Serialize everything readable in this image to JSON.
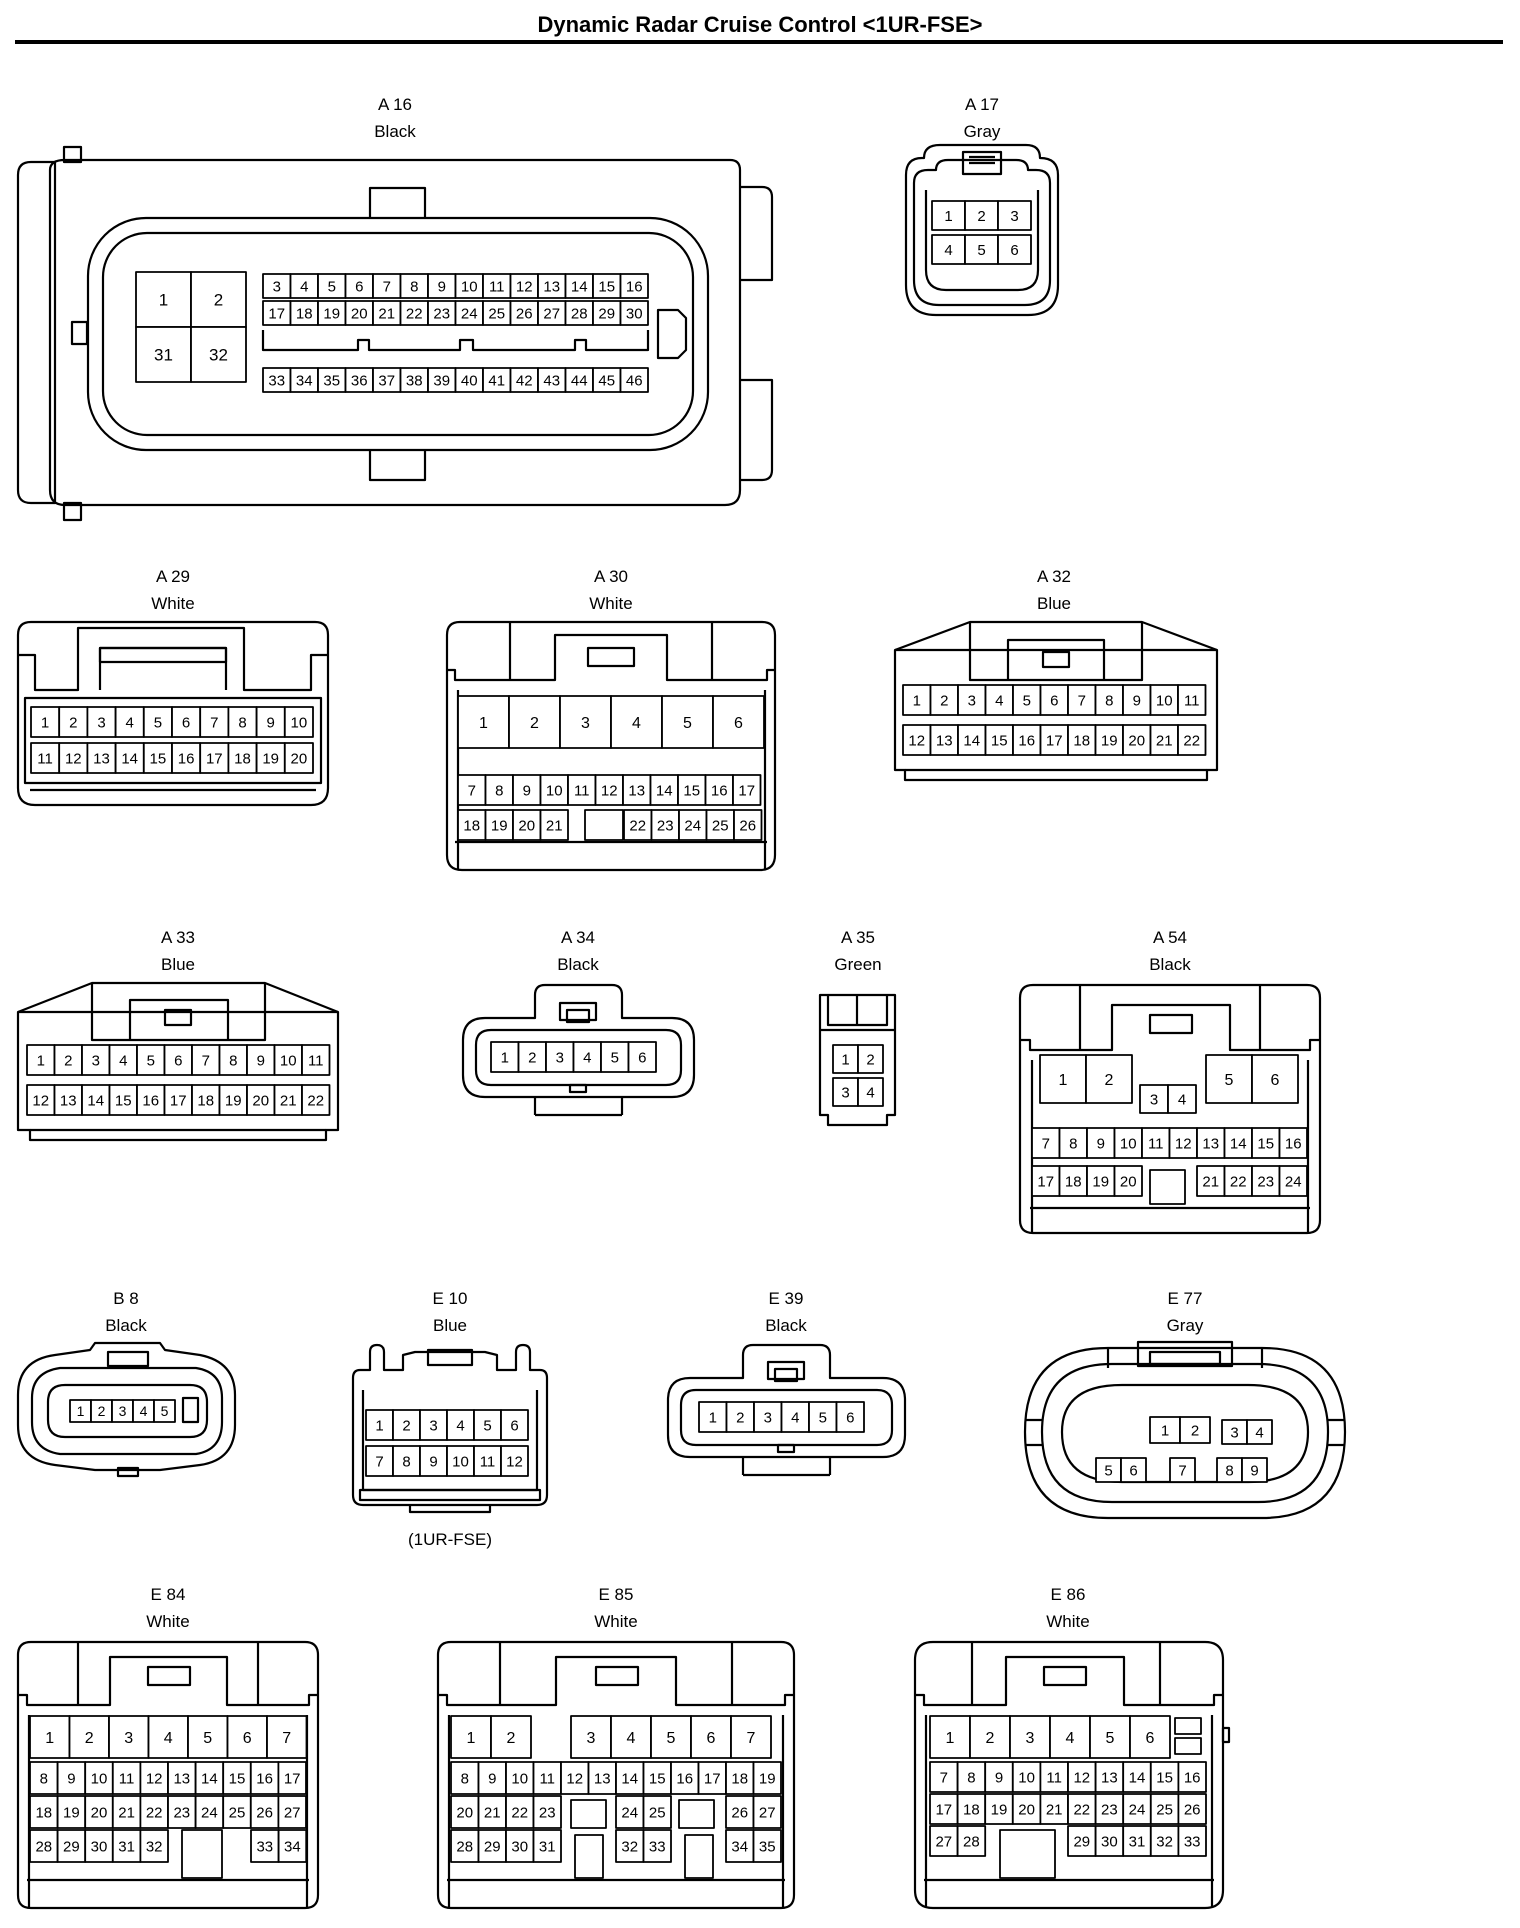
{
  "title": "Dynamic Radar Cruise Control <1UR-FSE>",
  "connectors": [
    {
      "id": "A 16",
      "color": "Black",
      "note": "",
      "pins": [
        "1",
        "2",
        "31",
        "32",
        "3",
        "4",
        "5",
        "6",
        "7",
        "8",
        "9",
        "10",
        "11",
        "12",
        "13",
        "14",
        "15",
        "16",
        "17",
        "18",
        "19",
        "20",
        "21",
        "22",
        "23",
        "24",
        "25",
        "26",
        "27",
        "28",
        "29",
        "30",
        "33",
        "34",
        "35",
        "36",
        "37",
        "38",
        "39",
        "40",
        "41",
        "42",
        "43",
        "44",
        "45",
        "46"
      ]
    },
    {
      "id": "A 17",
      "color": "Gray",
      "note": "",
      "pins": [
        "1",
        "2",
        "3",
        "4",
        "5",
        "6"
      ]
    },
    {
      "id": "A 29",
      "color": "White",
      "note": "",
      "pins": [
        "1",
        "2",
        "3",
        "4",
        "5",
        "6",
        "7",
        "8",
        "9",
        "10",
        "11",
        "12",
        "13",
        "14",
        "15",
        "16",
        "17",
        "18",
        "19",
        "20"
      ]
    },
    {
      "id": "A 30",
      "color": "White",
      "note": "",
      "pins": [
        "1",
        "2",
        "3",
        "4",
        "5",
        "6",
        "7",
        "8",
        "9",
        "10",
        "11",
        "12",
        "13",
        "14",
        "15",
        "16",
        "17",
        "18",
        "19",
        "20",
        "21",
        "22",
        "23",
        "24",
        "25",
        "26"
      ]
    },
    {
      "id": "A 32",
      "color": "Blue",
      "note": "",
      "pins": [
        "1",
        "2",
        "3",
        "4",
        "5",
        "6",
        "7",
        "8",
        "9",
        "10",
        "11",
        "12",
        "13",
        "14",
        "15",
        "16",
        "17",
        "18",
        "19",
        "20",
        "21",
        "22"
      ]
    },
    {
      "id": "A 33",
      "color": "Blue",
      "note": "",
      "pins": [
        "1",
        "2",
        "3",
        "4",
        "5",
        "6",
        "7",
        "8",
        "9",
        "10",
        "11",
        "12",
        "13",
        "14",
        "15",
        "16",
        "17",
        "18",
        "19",
        "20",
        "21",
        "22"
      ]
    },
    {
      "id": "A 34",
      "color": "Black",
      "note": "",
      "pins": [
        "1",
        "2",
        "3",
        "4",
        "5",
        "6"
      ]
    },
    {
      "id": "A 35",
      "color": "Green",
      "note": "",
      "pins": [
        "1",
        "2",
        "3",
        "4"
      ]
    },
    {
      "id": "A 54",
      "color": "Black",
      "note": "",
      "pins": [
        "1",
        "2",
        "3",
        "4",
        "5",
        "6",
        "7",
        "8",
        "9",
        "10",
        "11",
        "12",
        "13",
        "14",
        "15",
        "16",
        "17",
        "18",
        "19",
        "20",
        "21",
        "22",
        "23",
        "24"
      ]
    },
    {
      "id": "B 8",
      "color": "Black",
      "note": "",
      "pins": [
        "1",
        "2",
        "3",
        "4",
        "5"
      ]
    },
    {
      "id": "E 10",
      "color": "Blue",
      "note": "(1UR-FSE)",
      "pins": [
        "1",
        "2",
        "3",
        "4",
        "5",
        "6",
        "7",
        "8",
        "9",
        "10",
        "11",
        "12"
      ]
    },
    {
      "id": "E 39",
      "color": "Black",
      "note": "",
      "pins": [
        "1",
        "2",
        "3",
        "4",
        "5",
        "6"
      ]
    },
    {
      "id": "E 77",
      "color": "Gray",
      "note": "",
      "pins": [
        "1",
        "2",
        "3",
        "4",
        "5",
        "6",
        "7",
        "8",
        "9"
      ]
    },
    {
      "id": "E 84",
      "color": "White",
      "note": "",
      "pins": [
        "1",
        "2",
        "3",
        "4",
        "5",
        "6",
        "7",
        "8",
        "9",
        "10",
        "11",
        "12",
        "13",
        "14",
        "15",
        "16",
        "17",
        "18",
        "19",
        "20",
        "21",
        "22",
        "23",
        "24",
        "25",
        "26",
        "27",
        "28",
        "29",
        "30",
        "31",
        "32",
        "33",
        "34"
      ]
    },
    {
      "id": "E 85",
      "color": "White",
      "note": "",
      "pins": [
        "1",
        "2",
        "3",
        "4",
        "5",
        "6",
        "7",
        "8",
        "9",
        "10",
        "11",
        "12",
        "13",
        "14",
        "15",
        "16",
        "17",
        "18",
        "19",
        "20",
        "21",
        "22",
        "23",
        "24",
        "25",
        "26",
        "27",
        "28",
        "29",
        "30",
        "31",
        "32",
        "33",
        "34",
        "35"
      ]
    },
    {
      "id": "E 86",
      "color": "White",
      "note": "",
      "pins": [
        "1",
        "2",
        "3",
        "4",
        "5",
        "6",
        "7",
        "8",
        "9",
        "10",
        "11",
        "12",
        "13",
        "14",
        "15",
        "16",
        "17",
        "18",
        "19",
        "20",
        "21",
        "22",
        "23",
        "24",
        "25",
        "26",
        "27",
        "28",
        "29",
        "30",
        "31",
        "32",
        "33"
      ]
    }
  ]
}
